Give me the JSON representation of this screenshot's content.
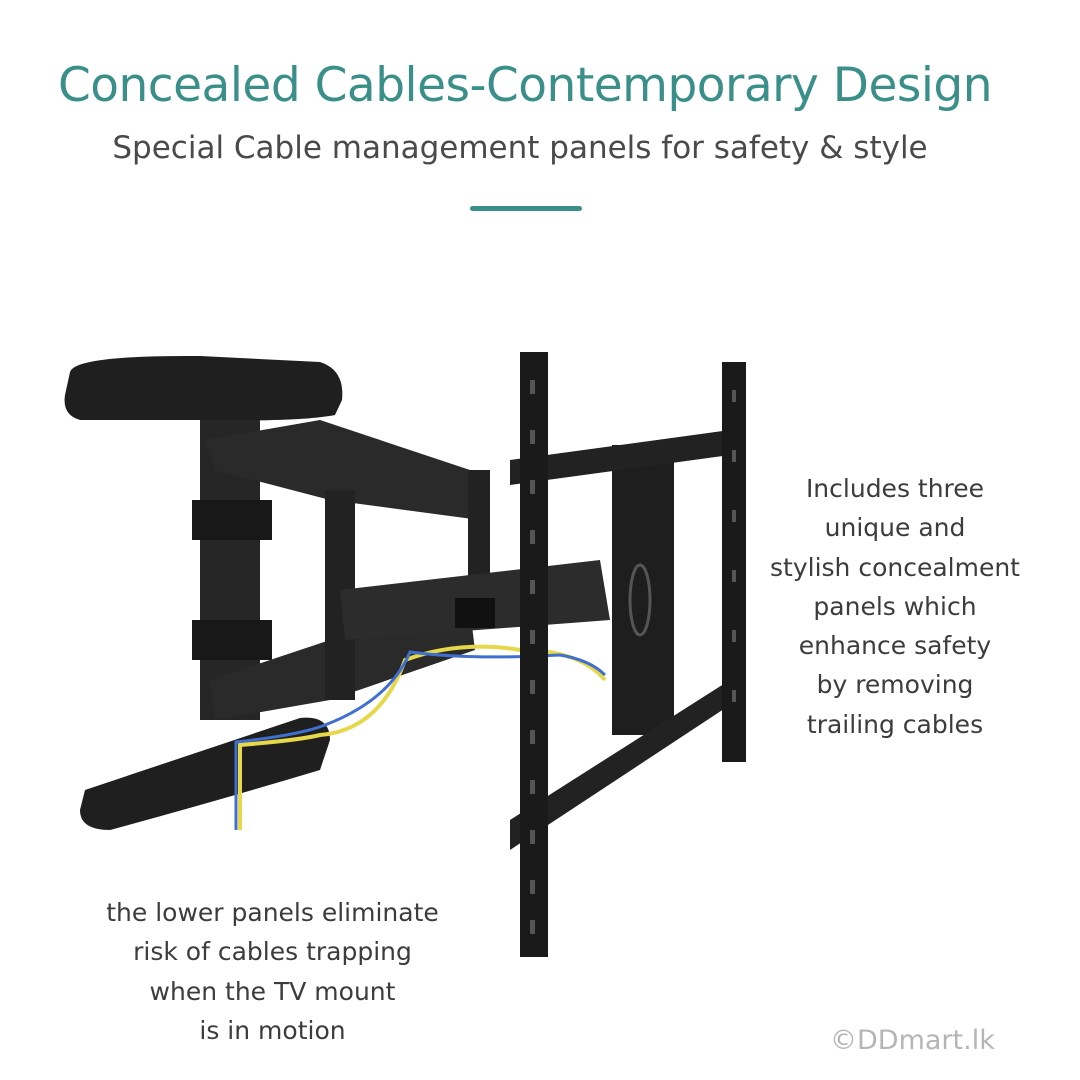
{
  "header": {
    "title": "Concealed Cables-Contemporary Design",
    "subtitle": "Special Cable management panels for safety & style"
  },
  "notes": {
    "right": [
      "Includes three",
      "unique and",
      "stylish concealment",
      "panels which",
      "enhance safety",
      "by removing",
      "trailing cables"
    ],
    "bottom": [
      "the lower panels eliminate",
      "risk of cables trapping",
      "when the TV mount",
      "is in motion"
    ]
  },
  "watermark": "©DDmart.lk",
  "colors": {
    "accent": "#3a8f8b",
    "text": "#3c3c3c",
    "metal": "#1e1e1e",
    "cable_blue": "#3f6fcf",
    "cable_yellow": "#e6d84a"
  }
}
